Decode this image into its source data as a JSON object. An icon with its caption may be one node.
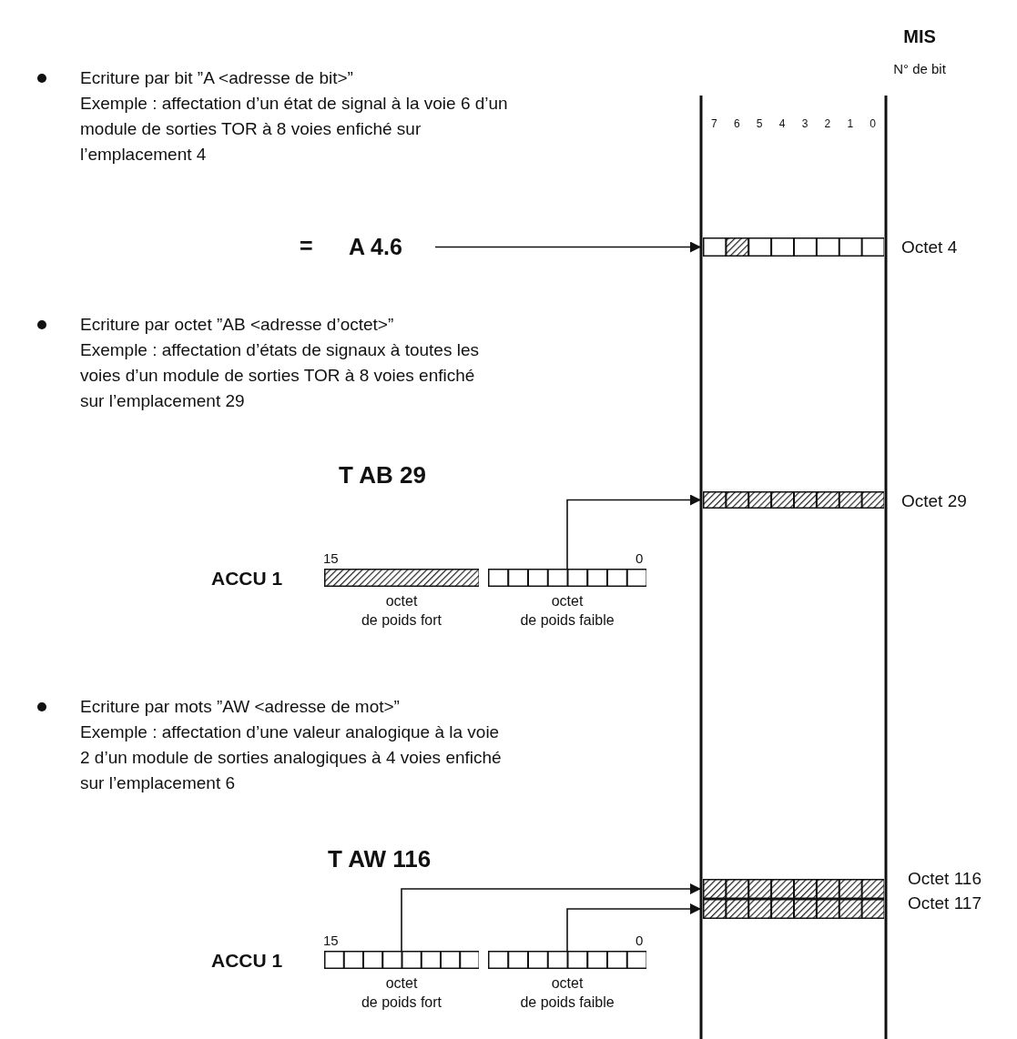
{
  "diagram": {
    "nodes": [
      {
        "text": [
          "A 4.6"
        ]
      },
      {
        "text": [],
        "shape": "bar",
        "beside": [
          "Octet 4"
        ]
      },
      {
        "text": [],
        "shape": "bar",
        "beside": [
          "octet de poids fort"
        ]
      },
      {
        "text": [],
        "shape": "bar",
        "beside": [
          "octet de poids faible"
        ]
      },
      {
        "text": [],
        "shape": "bar",
        "beside": [
          "Octet 29"
        ]
      },
      {
        "text": [],
        "shape": "bar",
        "beside": [
          "octet de poids fort"
        ]
      },
      {
        "text": [],
        "shape": "bar",
        "beside": [
          "octet de poids faible"
        ]
      },
      {
        "text": [],
        "shape": "bar",
        "beside": [
          "Octet 116"
        ]
      },
      {
        "text": [],
        "shape": "bar",
        "beside": [
          "Octet 117"
        ]
      }
    ],
    "edges": [
      {
        "from": 0,
        "to": 1,
        "arrow": "to"
      },
      {
        "from": 3,
        "to": 4,
        "arrow": "to"
      },
      {
        "from": 5,
        "to": 7,
        "arrow": "to"
      },
      {
        "from": 6,
        "to": 8,
        "arrow": "to"
      }
    ],
    "labels": [
      "MIS",
      "N° de bit",
      "Ecriture par bit ”A <adresse de bit>”",
      "Exemple : affectation d’un état de signal à la voie 6 d’un module de sorties TOR à 8 voies enfiché sur l’emplacement 4",
      "7",
      "6",
      "5",
      "4",
      "3",
      "2",
      "1",
      "0",
      "=",
      "Ecriture par octet ”AB <adresse d’octet>”",
      "Exemple : affectation d’états de signaux à toutes les voies d’un module de sorties TOR à 8 voies enfiché sur l’emplacement 29",
      "T AB 29",
      "15",
      "0",
      "ACCU 1",
      "Ecriture par mots ”AW <adresse de mot>”",
      "Exemple : affectation d’une valeur analogique à la voie 2 d’un module de sorties analogiques à 4 voies enfiché sur l’emplacement 6",
      "T AW 116",
      "15",
      "0",
      "ACCU 1"
    ]
  }
}
